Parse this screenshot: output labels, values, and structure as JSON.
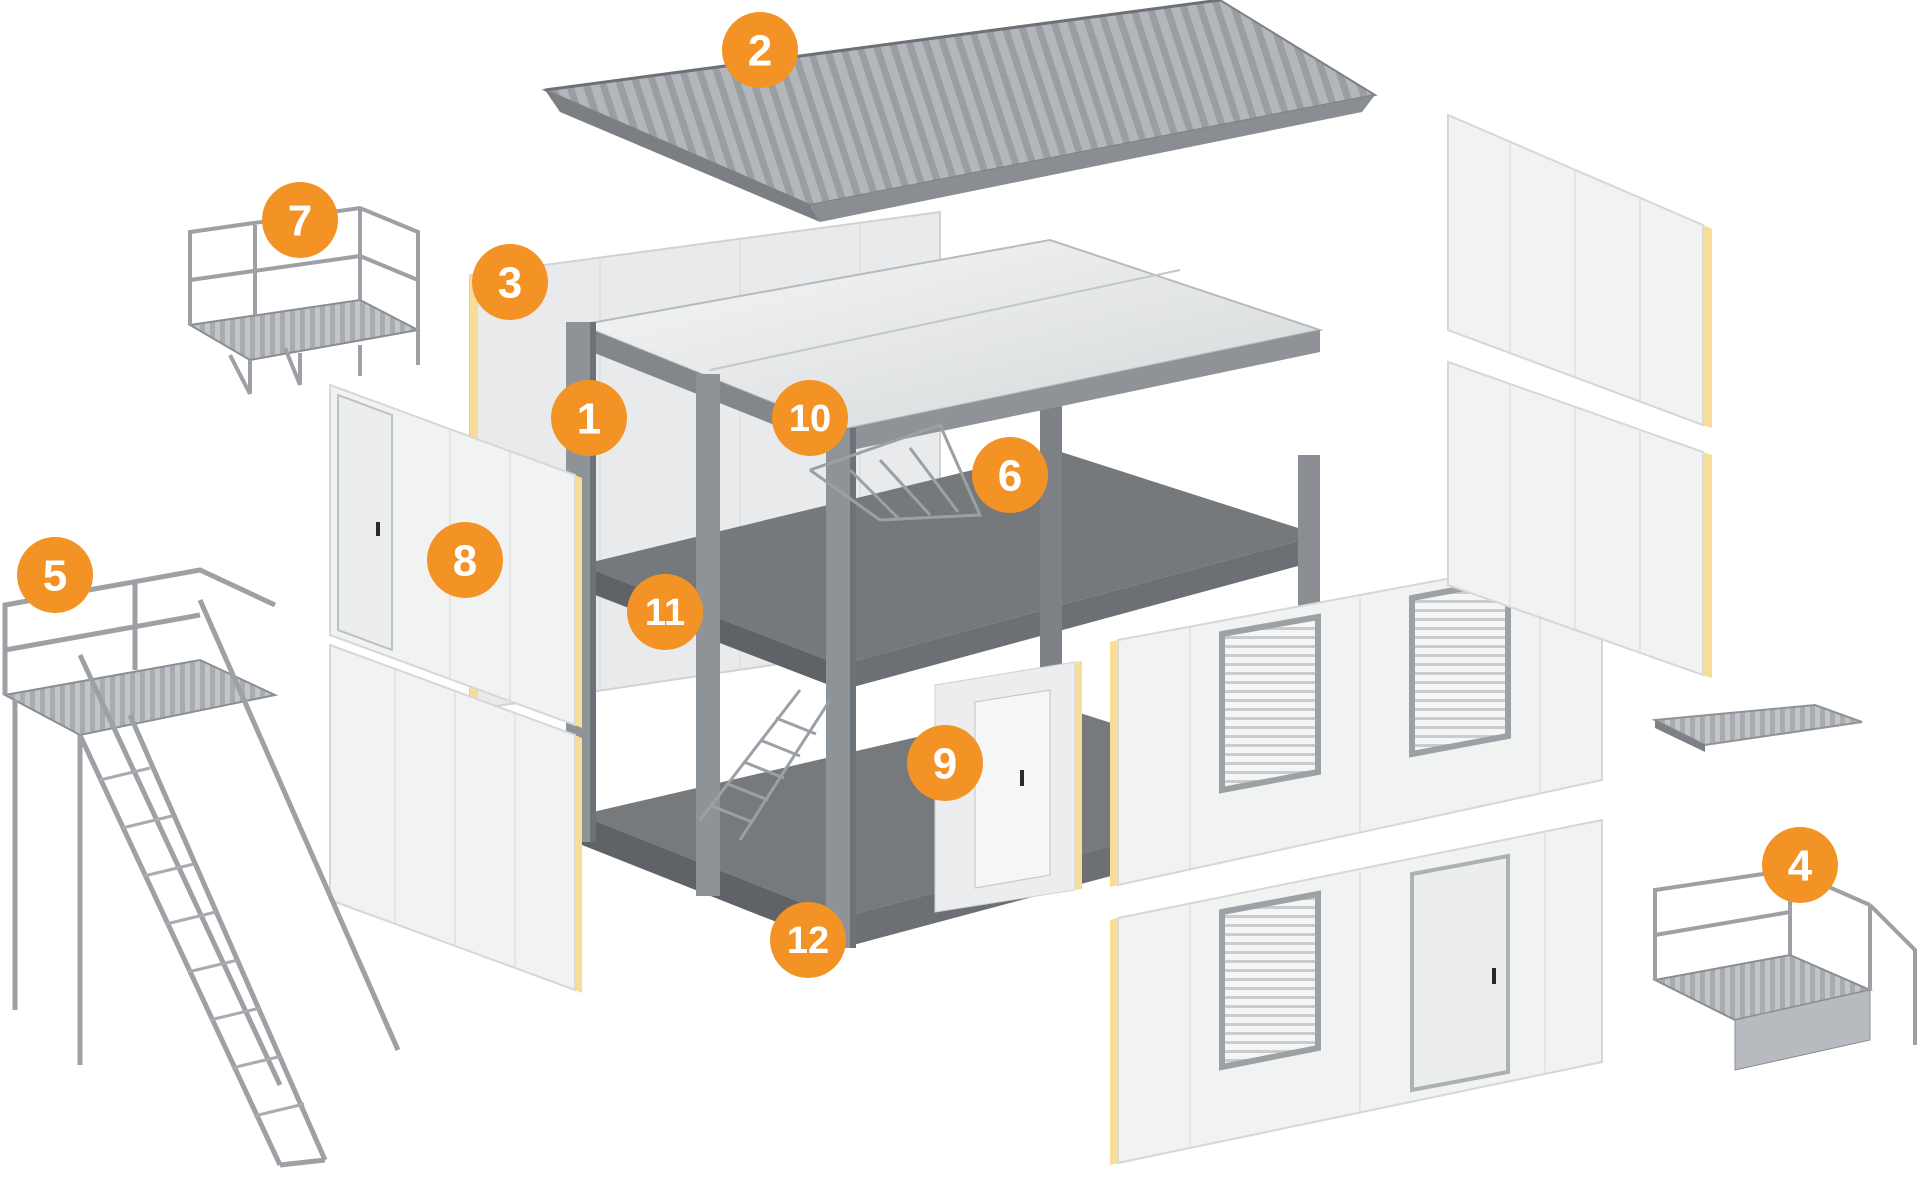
{
  "diagram": {
    "colors": {
      "badge": "#f39325",
      "badge_text": "#ffffff",
      "frame": "#8e9398",
      "frame_dark": "#6d7278",
      "panel": "#f1f2f2",
      "panel_edge": "#d9dadb",
      "insulation": "#f6dd98",
      "floor": "#76797c",
      "roof": "#a9adb1",
      "ceiling": "#eceeef",
      "steel": "#b9bdc1"
    },
    "callouts": [
      {
        "label": "1"
      },
      {
        "label": "2"
      },
      {
        "label": "3"
      },
      {
        "label": "4"
      },
      {
        "label": "5"
      },
      {
        "label": "6"
      },
      {
        "label": "7"
      },
      {
        "label": "8"
      },
      {
        "label": "9"
      },
      {
        "label": "10"
      },
      {
        "label": "11"
      },
      {
        "label": "12"
      }
    ]
  }
}
